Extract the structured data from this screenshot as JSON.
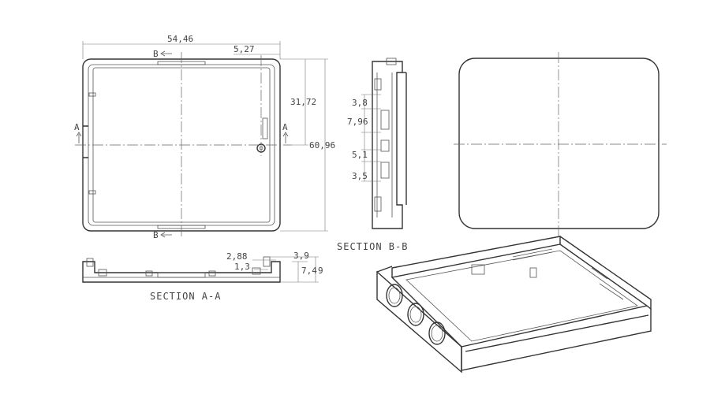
{
  "front_view": {
    "width_dim": "54,46",
    "offset_dim": "5,27",
    "half_height_dim": "31,72",
    "height_dim": "60,96",
    "section_mark_a": "A",
    "section_mark_b": "B"
  },
  "section_bb": {
    "dims": [
      "3,8",
      "7,96",
      "5,1",
      "3,5"
    ],
    "caption": "SECTION B-B"
  },
  "section_aa": {
    "dims": [
      "2,88",
      "1,3",
      "3,9",
      "7,4",
      "9"
    ],
    "caption": "SECTION A-A"
  }
}
